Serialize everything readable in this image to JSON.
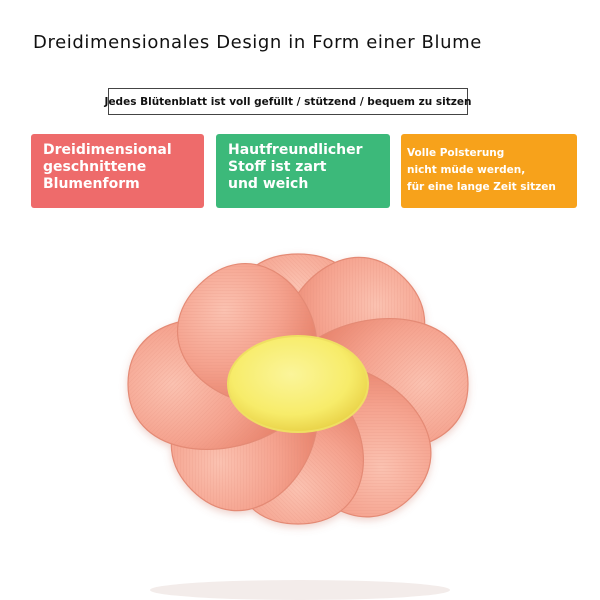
{
  "title": "Dreidimensionales Design in Form einer Blume",
  "subtitle": "Jedes Blütenblatt ist voll gefüllt / stützend / bequem zu sitzen",
  "features": [
    {
      "text": "Dreidimensional\ngeschnittene\nBlumenform",
      "color": "#ee6b6b"
    },
    {
      "text": "Hautfreundlicher\nStoff ist zart\nund weich",
      "color": "#3cb97a"
    },
    {
      "text": "Volle Polsterung\nnicht müde werden,\nfür eine lange Zeit sitzen",
      "color": "#f7a21b"
    }
  ],
  "product": {
    "image": "flower-cushion-illustration",
    "petal_color": "#f5a28e",
    "center_color": "#f7ec6a"
  }
}
